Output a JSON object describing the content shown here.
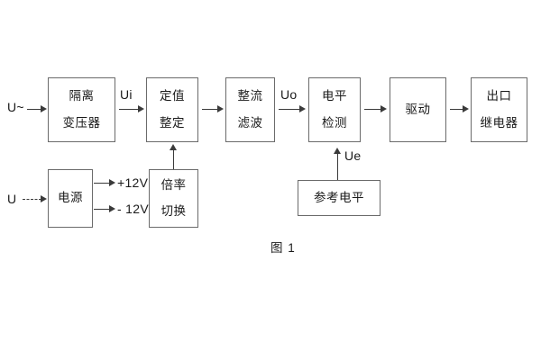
{
  "figure": {
    "caption": "图 1",
    "background_color": "#ffffff",
    "line_color": "#3a3a3a",
    "box_border_color": "#6b6b6b",
    "text_color": "#1a1a1a"
  },
  "inputs": [
    {
      "id": "ac-input",
      "label": "U~",
      "style": "solid"
    },
    {
      "id": "dc-input",
      "label": "U",
      "style": "dashed"
    }
  ],
  "blocks": [
    {
      "id": "isolation-transformer",
      "lines": [
        "隔离",
        "变压器"
      ]
    },
    {
      "id": "setting-value",
      "lines": [
        "定值",
        "整定"
      ]
    },
    {
      "id": "rectify-filter",
      "lines": [
        "整流",
        "滤波"
      ]
    },
    {
      "id": "level-detection",
      "lines": [
        "电平",
        "检测"
      ]
    },
    {
      "id": "drive",
      "lines": [
        "驱动"
      ]
    },
    {
      "id": "output-relay",
      "lines": [
        "出口",
        "继电器"
      ]
    },
    {
      "id": "power-supply",
      "lines": [
        "电源"
      ]
    },
    {
      "id": "ratio-switch",
      "lines": [
        "倍率",
        "切换"
      ]
    },
    {
      "id": "reference-level",
      "lines": [
        "参考电平"
      ]
    }
  ],
  "signals": [
    {
      "id": "ui",
      "label": "Ui"
    },
    {
      "id": "uo",
      "label": "Uo"
    },
    {
      "id": "ue",
      "label": "Ue"
    }
  ],
  "power_rails": [
    {
      "id": "rail-positive",
      "label": "+12V"
    },
    {
      "id": "rail-negative",
      "label": "- 12V"
    }
  ]
}
